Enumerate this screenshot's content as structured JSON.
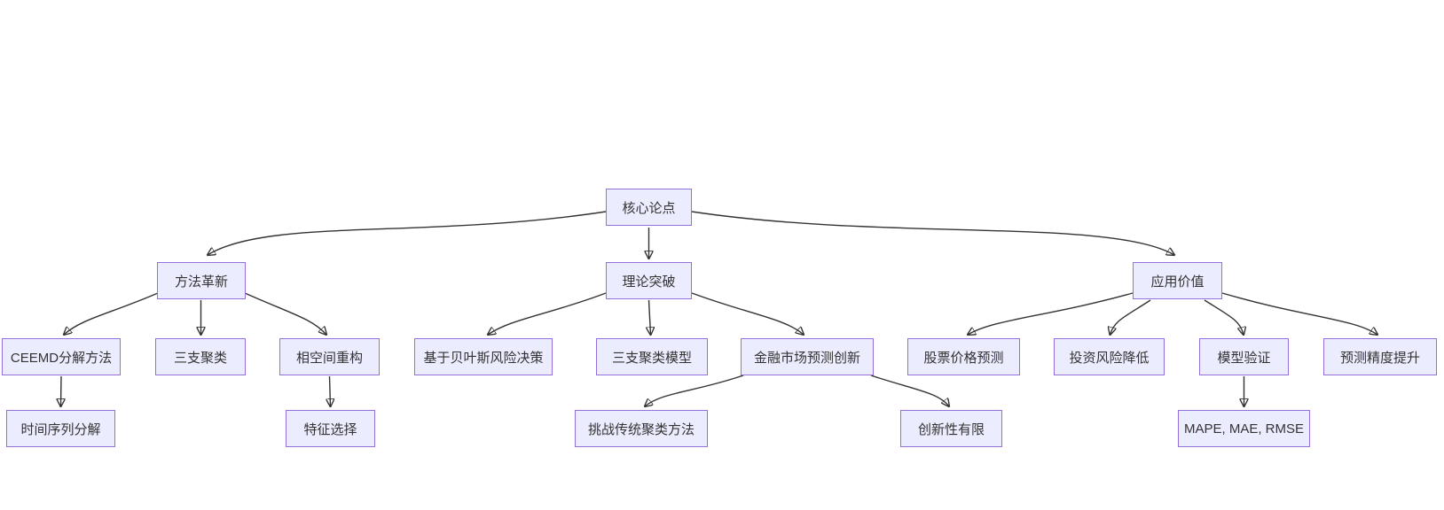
{
  "diagram": {
    "type": "flowchart",
    "direction": "top-down",
    "background_color": "#ffffff",
    "node_fill_color": "#ECECFF",
    "node_border_color": "#9370DB",
    "edge_color": "#333333",
    "text_color": "#333333",
    "nodes": [
      {
        "id": "core-thesis",
        "level": 1,
        "label": "核心论点"
      },
      {
        "id": "method-innovation",
        "level": 2,
        "label": "方法革新"
      },
      {
        "id": "theory-breakthrough",
        "level": 2,
        "label": "理论突破"
      },
      {
        "id": "application-value",
        "level": 2,
        "label": "应用价值"
      },
      {
        "id": "ceemd-method",
        "level": 3,
        "label": "CEEMD分解方法"
      },
      {
        "id": "three-way-clustering",
        "level": 3,
        "label": "三支聚类"
      },
      {
        "id": "phase-space-reconstruction",
        "level": 3,
        "label": "相空间重构"
      },
      {
        "id": "bayesian-risk-decision",
        "level": 3,
        "label": "基于贝叶斯风险决策"
      },
      {
        "id": "three-way-clustering-model",
        "level": 3,
        "label": "三支聚类模型"
      },
      {
        "id": "financial-market-innovation",
        "level": 3,
        "label": "金融市场预测创新"
      },
      {
        "id": "stock-price-prediction",
        "level": 3,
        "label": "股票价格预测"
      },
      {
        "id": "investment-risk-reduction",
        "level": 3,
        "label": "投资风险降低"
      },
      {
        "id": "model-validation",
        "level": 3,
        "label": "模型验证"
      },
      {
        "id": "prediction-accuracy-improvement",
        "level": 3,
        "label": "预测精度提升"
      },
      {
        "id": "time-series-decomposition",
        "level": 4,
        "label": "时间序列分解"
      },
      {
        "id": "feature-selection",
        "level": 4,
        "label": "特征选择"
      },
      {
        "id": "challenge-traditional-clustering",
        "level": 4,
        "label": "挑战传统聚类方法"
      },
      {
        "id": "limited-innovation",
        "level": 4,
        "label": "创新性有限"
      },
      {
        "id": "metrics-mape-mae-rmse",
        "level": 4,
        "label": "MAPE, MAE, RMSE"
      }
    ],
    "edges": [
      {
        "from": "核心论点",
        "to": "方法革新"
      },
      {
        "from": "核心论点",
        "to": "理论突破"
      },
      {
        "from": "核心论点",
        "to": "应用价值"
      },
      {
        "from": "方法革新",
        "to": "CEEMD分解方法"
      },
      {
        "from": "方法革新",
        "to": "三支聚类"
      },
      {
        "from": "方法革新",
        "to": "相空间重构"
      },
      {
        "from": "CEEMD分解方法",
        "to": "时间序列分解"
      },
      {
        "from": "相空间重构",
        "to": "特征选择"
      },
      {
        "from": "理论突破",
        "to": "基于贝叶斯风险决策"
      },
      {
        "from": "理论突破",
        "to": "三支聚类模型"
      },
      {
        "from": "理论突破",
        "to": "金融市场预测创新"
      },
      {
        "from": "金融市场预测创新",
        "to": "挑战传统聚类方法"
      },
      {
        "from": "金融市场预测创新",
        "to": "创新性有限"
      },
      {
        "from": "应用价值",
        "to": "股票价格预测"
      },
      {
        "from": "应用价值",
        "to": "投资风险降低"
      },
      {
        "from": "应用价值",
        "to": "模型验证"
      },
      {
        "from": "应用价值",
        "to": "预测精度提升"
      },
      {
        "from": "模型验证",
        "to": "MAPE, MAE, RMSE"
      }
    ]
  }
}
